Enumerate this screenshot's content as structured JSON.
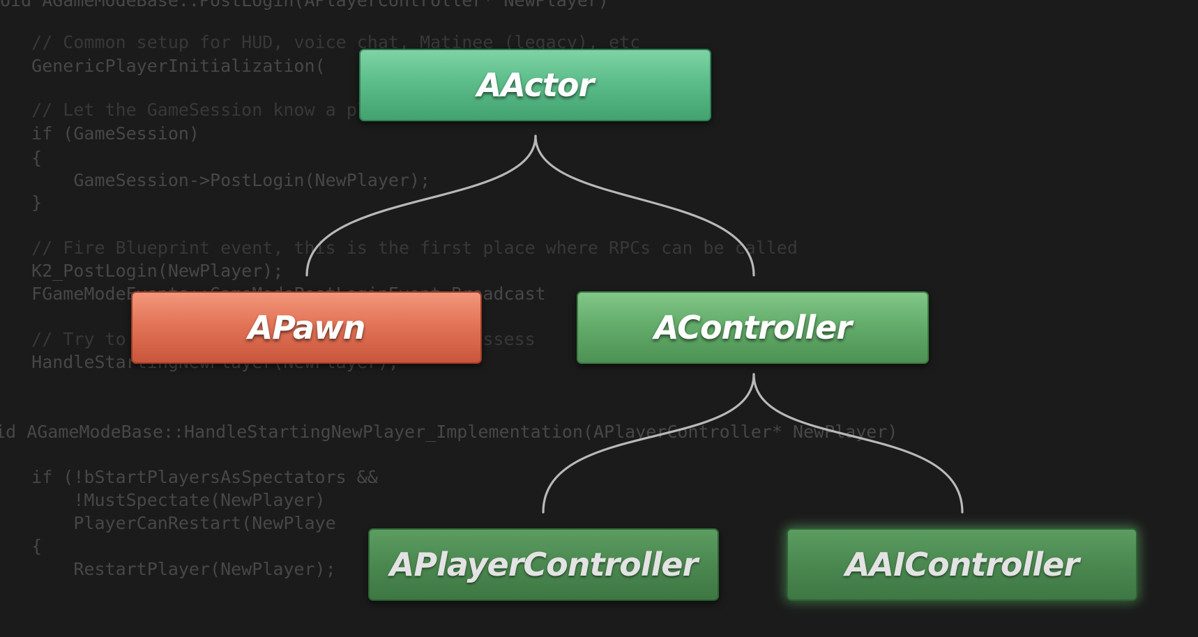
{
  "code_lines": [
    "oid AGameModeBase::PostLogin(APlayerController* NewPlayer)",
    "   // Common setup for HUD, voice chat, Matinee (legacy), etc",
    "   GenericPlayerInitialization(",
    "   // Let the GameSession know a player has successfully logged in",
    "   if (GameSession)",
    "   {",
    "       GameSession->PostLogin(NewPlayer);",
    "   }",
    "   // Fire Blueprint event, this is the first place where RPCs can be called",
    "   K2_PostLogin(NewPlayer);",
    "   FGameModeEvents::GameModePostLoginEvent.Broadcast",
    "   // Try to spawn a Pawn for the player to possess",
    "   HandleStartingNewPlayer(NewPlayer);",
    "oid AGameModeBase::HandleStartingNewPlayer_Implementation(APlayerController* NewPlayer)",
    "   if (!bStartPlayersAsSpectators &&",
    "       !MustSpectate(NewPlayer)",
    "       PlayerCanRestart(NewPlaye",
    "   {",
    "       RestartPlayer(NewPlayer);"
  ],
  "nodes": {
    "aactor": "AActor",
    "apawn": "APawn",
    "acontroller": "AController",
    "aplayercontroller": "APlayerController",
    "aaicontroller": "AAIController"
  },
  "colors": {
    "teal_node": "#5cbd8a",
    "green_node": "#64ad6b",
    "red_node": "#e37458",
    "dark_green_node": "#4c8a51",
    "connector": "#b9b9b9",
    "background": "#1b1b1b"
  }
}
